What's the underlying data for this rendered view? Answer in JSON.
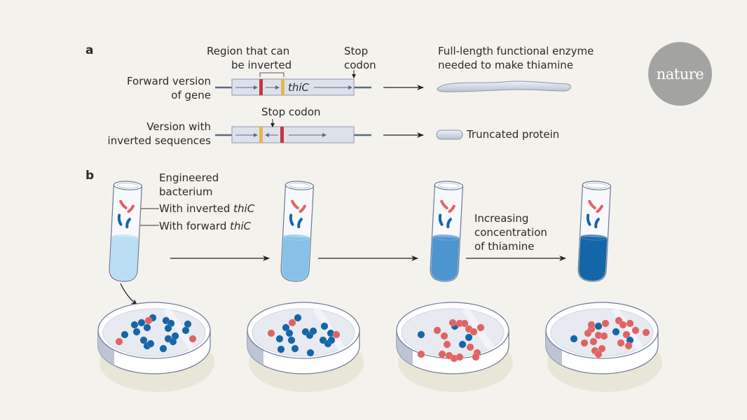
{
  "logo": {
    "text": "nature"
  },
  "panel_a": {
    "label": "a",
    "region_label_line1": "Region that can",
    "region_label_line2": "be inverted",
    "stop_label_line1": "Stop",
    "stop_label_line2": "codon",
    "forward_label_line1": "Forward version",
    "forward_label_line2": "of gene",
    "gene_name": "thiC",
    "inverted_stop_label": "Stop codon",
    "inverted_label_line1": "Version with",
    "inverted_label_line2": "inverted sequences",
    "full_enzyme_line1": "Full-length functional enzyme",
    "full_enzyme_line2": "needed to make thiamine",
    "truncated_label": "Truncated protein"
  },
  "panel_b": {
    "label": "b",
    "engineered_line1": "Engineered",
    "engineered_line2": "bacterium",
    "inverted_prefix": "With inverted ",
    "forward_prefix": "With forward ",
    "gene_name": "thiC",
    "increasing_line1": "Increasing",
    "increasing_line2": "concentration",
    "increasing_line3": "of thiamine",
    "tube_liquid_colors": [
      "#b9ddf3",
      "#86c2e8",
      "#4c95cf",
      "#1566a8"
    ],
    "colors": {
      "forward": "#1565a7",
      "inverted": "#e06363"
    }
  }
}
